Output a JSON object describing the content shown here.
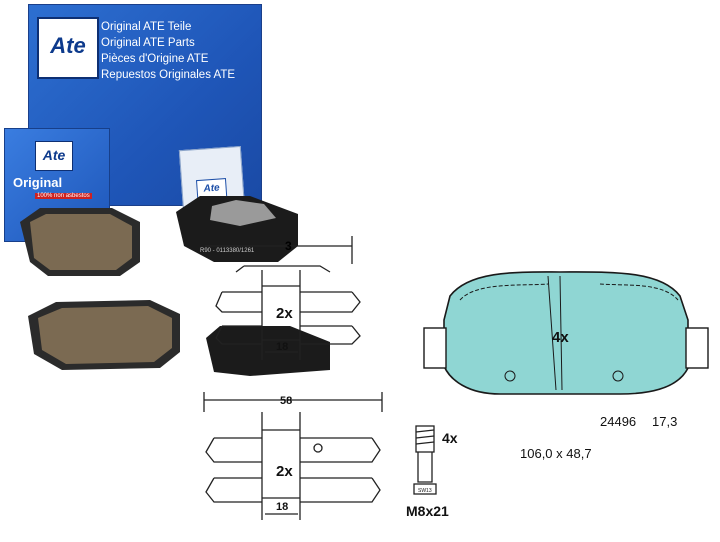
{
  "box": {
    "logo": "Ate",
    "lines": [
      "Original ATE Teile",
      "Original ATE Parts",
      "Pièces d'Origine ATE",
      "Repuestos Originales ATE"
    ],
    "small_logo": "Ate",
    "small_title": "Original",
    "small_sub": "100% non asbestos",
    "leaflet_logo": "Ate"
  },
  "photo_text": {
    "pad_marking": "R90 - 0113380/1261"
  },
  "drawing": {
    "clip_top": {
      "dim": "3",
      "qty": "2x",
      "dim_bottom": "18"
    },
    "clip_bottom": {
      "dim": "58",
      "qty": "2x",
      "dim_bottom": "18"
    },
    "bolt": {
      "qty": "4x",
      "head": "SW13",
      "size": "M8x21"
    },
    "pad": {
      "qty": "4x",
      "number": "24496",
      "thickness": "17,3",
      "size": "106,0 x 48,7"
    }
  },
  "colors": {
    "box_blue": "#1f56b8",
    "pad_fill": "#8fd6d3",
    "pad_photo": "#7b6a52"
  }
}
